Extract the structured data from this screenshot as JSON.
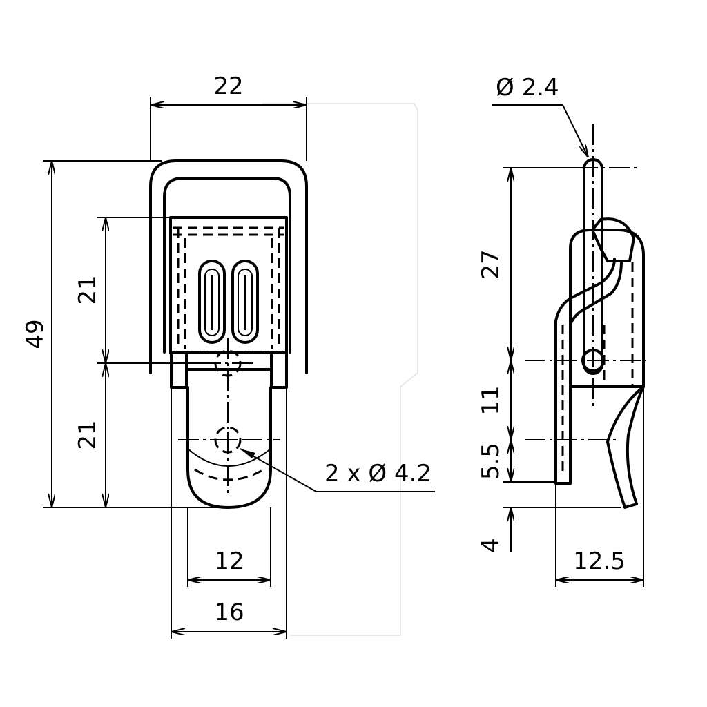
{
  "drawing": {
    "front_view": {
      "width_top": "22",
      "height_total": "49",
      "height_upper": "21",
      "height_lower": "21",
      "width_tongue_inner": "12",
      "width_tongue_outer": "16",
      "hole_callout": "2 x Ø 4.2"
    },
    "side_view": {
      "pin_diameter": "Ø 2.4",
      "height_27": "27",
      "height_11": "11",
      "height_5_5": "5.5",
      "height_4": "4",
      "depth": "12.5"
    }
  }
}
